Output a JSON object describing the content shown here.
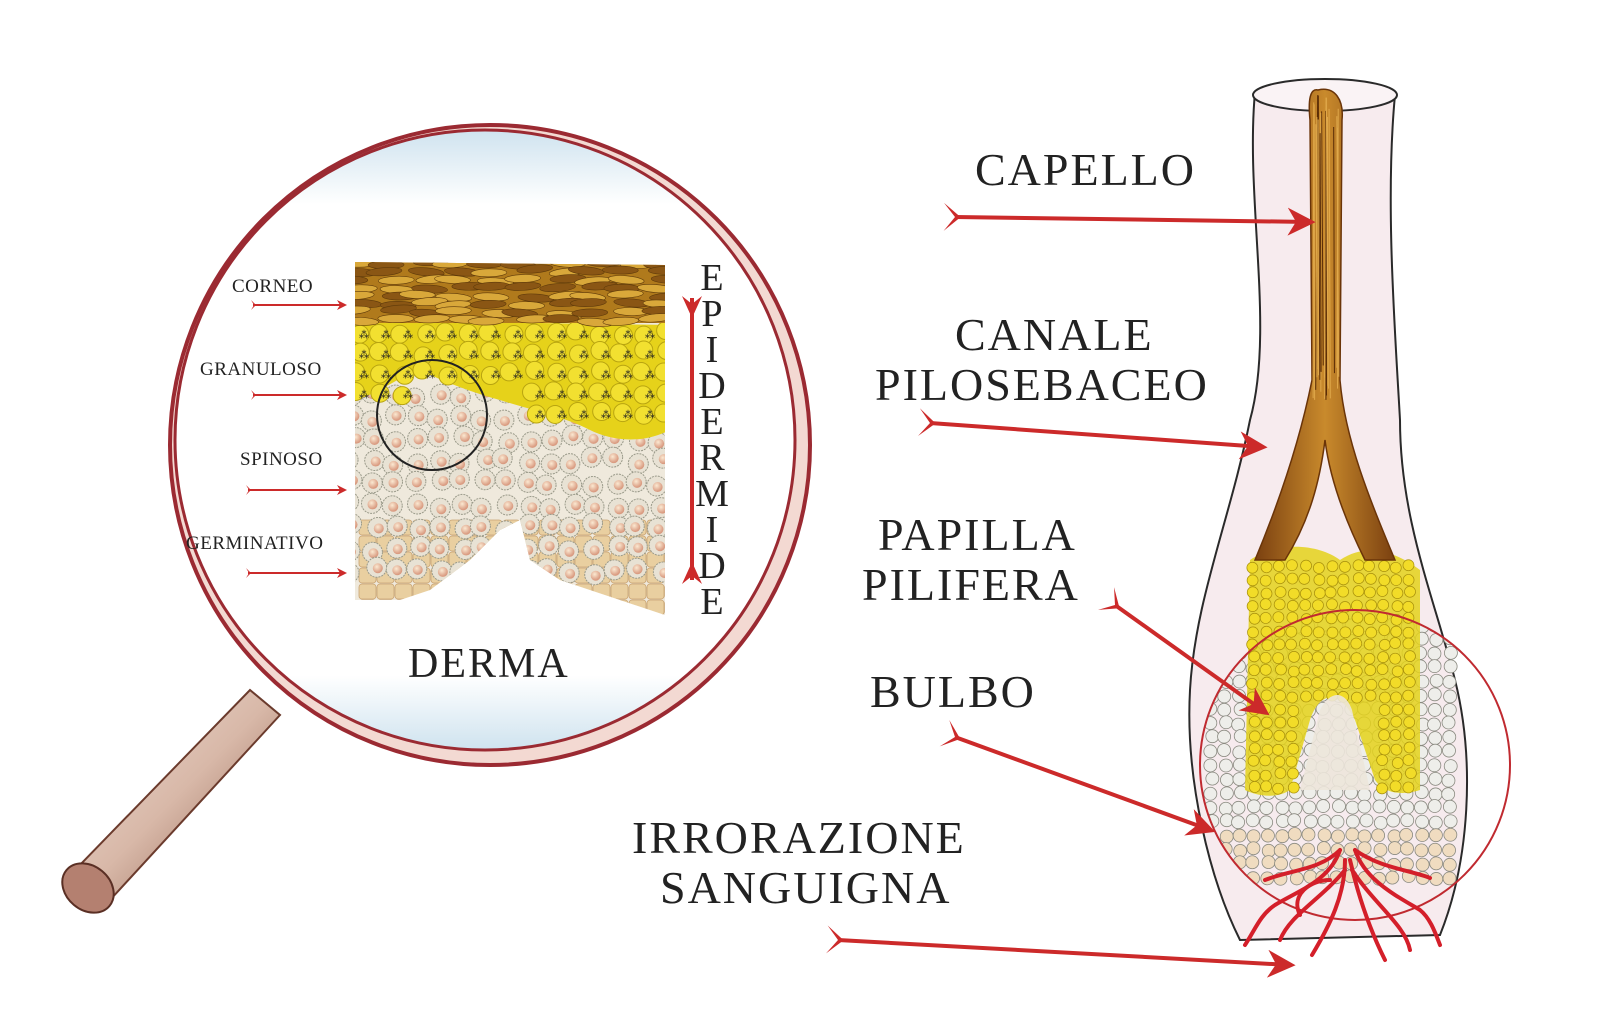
{
  "colors": {
    "arrow": "#cc2a2a",
    "lens_rim": "#9b2a32",
    "corneo_layer": "#b07a1c",
    "granuloso_layer": "#e6d21a",
    "spinoso_cell": "#e8e2d4",
    "germinativo_cell": "#e9cfa0",
    "hair_shaft": "#9a5a1a",
    "blood_vessel": "#d41f2a",
    "follicle_tint": "#f6e6ea"
  },
  "magnifier": {
    "layer_labels": {
      "corneo": "CORNEO",
      "granuloso": "GRANULOSO",
      "spinoso": "SPINOSO",
      "germinativo": "GERMINATIVO"
    },
    "epidermide_letters": [
      "E",
      "P",
      "I",
      "D",
      "E",
      "R",
      "M",
      "I",
      "D",
      "E"
    ],
    "derma": "DERMA"
  },
  "follicle": {
    "capello": "CAPELLO",
    "canale_line1": "CANALE",
    "canale_line2": "PILOSEBACEO",
    "papilla_line1": "PAPILLA",
    "papilla_line2": "PILIFERA",
    "bulbo": "BULBO",
    "irrorazione_line1": "IRRORAZIONE",
    "irrorazione_line2": "SANGUIGNA"
  }
}
